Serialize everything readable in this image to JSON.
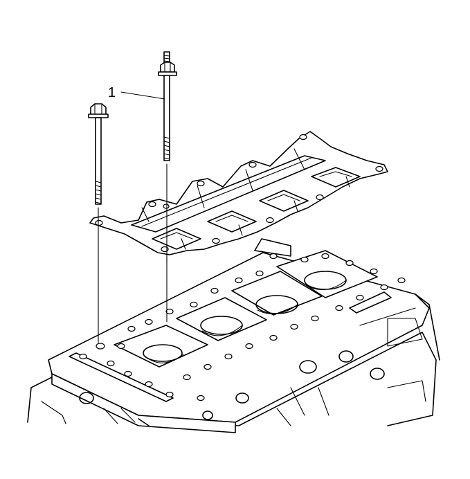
{
  "diagram": {
    "callouts": [
      {
        "label": "1",
        "target": "oil-deflector-bolt"
      }
    ]
  },
  "components": [
    {
      "id": "oil-deflector-bolt",
      "icon": "long-bolt-icon"
    },
    {
      "id": "oil-deflector",
      "icon": "deflector-plate-icon"
    },
    {
      "id": "engine-block",
      "icon": "engine-block-icon"
    }
  ]
}
